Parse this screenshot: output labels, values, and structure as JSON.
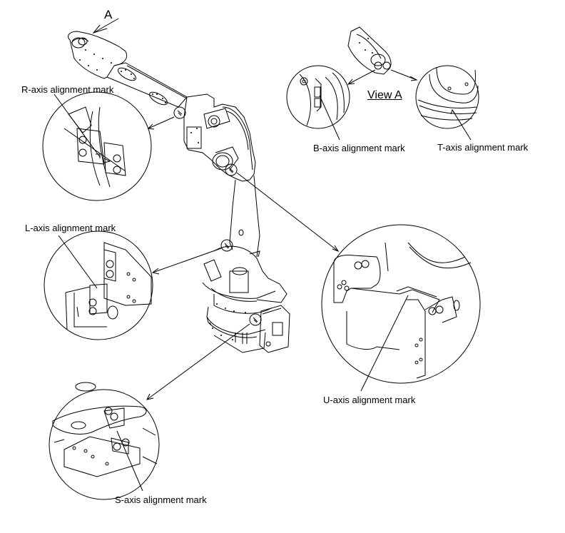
{
  "figure": {
    "view_arrow_letter": "A",
    "view_title": "View A",
    "colors": {
      "line": "#000000",
      "background": "#ffffff"
    }
  },
  "callouts": [
    {
      "id": "r-axis",
      "label": "R-axis alignment mark"
    },
    {
      "id": "l-axis",
      "label": "L-axis alignment mark"
    },
    {
      "id": "s-axis",
      "label": "S-axis alignment mark"
    },
    {
      "id": "b-axis",
      "label": "B-axis alignment mark"
    },
    {
      "id": "t-axis",
      "label": "T-axis alignment mark"
    },
    {
      "id": "u-axis",
      "label": "U-axis alignment mark"
    }
  ]
}
